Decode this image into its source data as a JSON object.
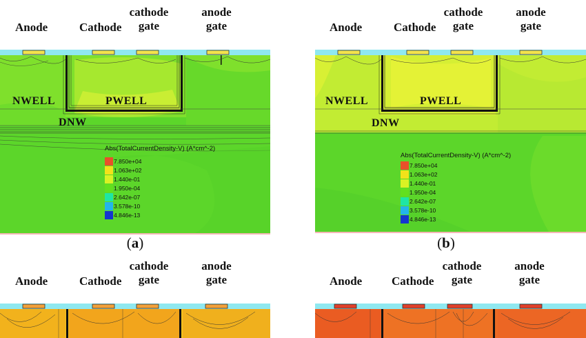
{
  "terminals": {
    "anode": "Anode",
    "cathode": "Cathode",
    "cathode_gate": [
      "cathode",
      "gate"
    ],
    "anode_gate": [
      "anode",
      "gate"
    ]
  },
  "regions": {
    "nwell": "NWELL",
    "pwell": "PWELL",
    "dnw": "DNW"
  },
  "legend": {
    "title": "Abs(TotalCurrentDensity-V) (A*cm^-2)",
    "entries": [
      {
        "value": "7.850e+04",
        "color": "#e8502a"
      },
      {
        "value": "1.063e+02",
        "color": "#f2e21a"
      },
      {
        "value": "1.440e-01",
        "color": "#d9f224"
      },
      {
        "value": "1.950e-04",
        "color": "#62e01e"
      },
      {
        "value": "2.642e-07",
        "color": "#1fe6a4"
      },
      {
        "value": "3.578e-10",
        "color": "#23b5ea"
      },
      {
        "value": "4.846e-13",
        "color": "#1536d0"
      }
    ]
  },
  "subfigures": {
    "a": "a",
    "b": "b"
  },
  "colors": {
    "silicon_green": "#5ed829",
    "oxide_cyan": "#8fe8f0",
    "contact": "#f2e24e",
    "contact_hot": "#e85a2a",
    "hot_orange": "#f2a51c",
    "hot_red": "#ea5c22",
    "trench": "#111111"
  }
}
